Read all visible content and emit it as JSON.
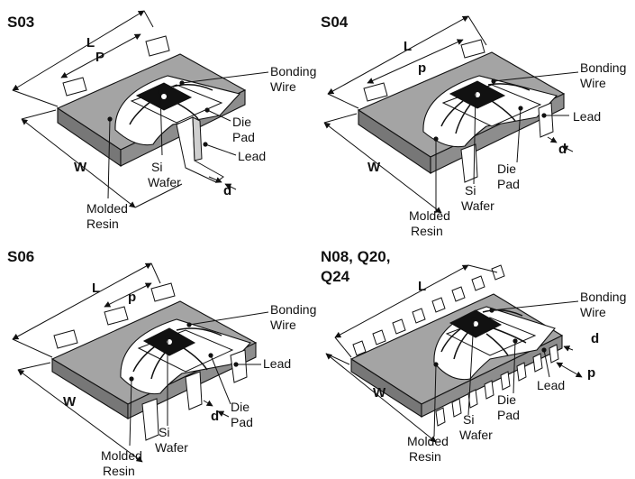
{
  "packages": [
    {
      "id": "s03",
      "title": "S03",
      "dims": {
        "L": "L",
        "P": "P",
        "W": "W",
        "d": "d"
      },
      "labels": {
        "bonding_wire": [
          "Bonding",
          "Wire"
        ],
        "die_pad": [
          "Die",
          "Pad"
        ],
        "lead": "Lead",
        "si_wafer": [
          "Si",
          "Wafer"
        ],
        "molded_resin": [
          "Molded",
          "Resin"
        ]
      }
    },
    {
      "id": "s04",
      "title": "S04",
      "dims": {
        "L": "L",
        "P": "p",
        "W": "W",
        "d": "d"
      },
      "labels": {
        "bonding_wire": [
          "Bonding",
          "Wire"
        ],
        "die_pad": [
          "Die",
          "Pad"
        ],
        "lead": "Lead",
        "si_wafer": [
          "Si",
          "Wafer"
        ],
        "molded_resin": [
          "Molded",
          "Resin"
        ]
      }
    },
    {
      "id": "s06",
      "title": "S06",
      "dims": {
        "L": "L",
        "P": "p",
        "W": "W",
        "d": "d"
      },
      "labels": {
        "bonding_wire": [
          "Bonding",
          "Wire"
        ],
        "die_pad": [
          "Die",
          "Pad"
        ],
        "lead": "Lead",
        "si_wafer": [
          "Si",
          "Wafer"
        ],
        "molded_resin": [
          "Molded",
          "Resin"
        ]
      }
    },
    {
      "id": "n08",
      "title": [
        "N08, Q20,",
        "Q24"
      ],
      "dims": {
        "L": "L",
        "P": "p",
        "W": "W",
        "d": "d"
      },
      "labels": {
        "bonding_wire": [
          "Bonding",
          "Wire"
        ],
        "die_pad": [
          "Die",
          "Pad"
        ],
        "lead": "Lead",
        "si_wafer": [
          "Si",
          "Wafer"
        ],
        "molded_resin": [
          "Molded",
          "Resin"
        ]
      }
    }
  ]
}
